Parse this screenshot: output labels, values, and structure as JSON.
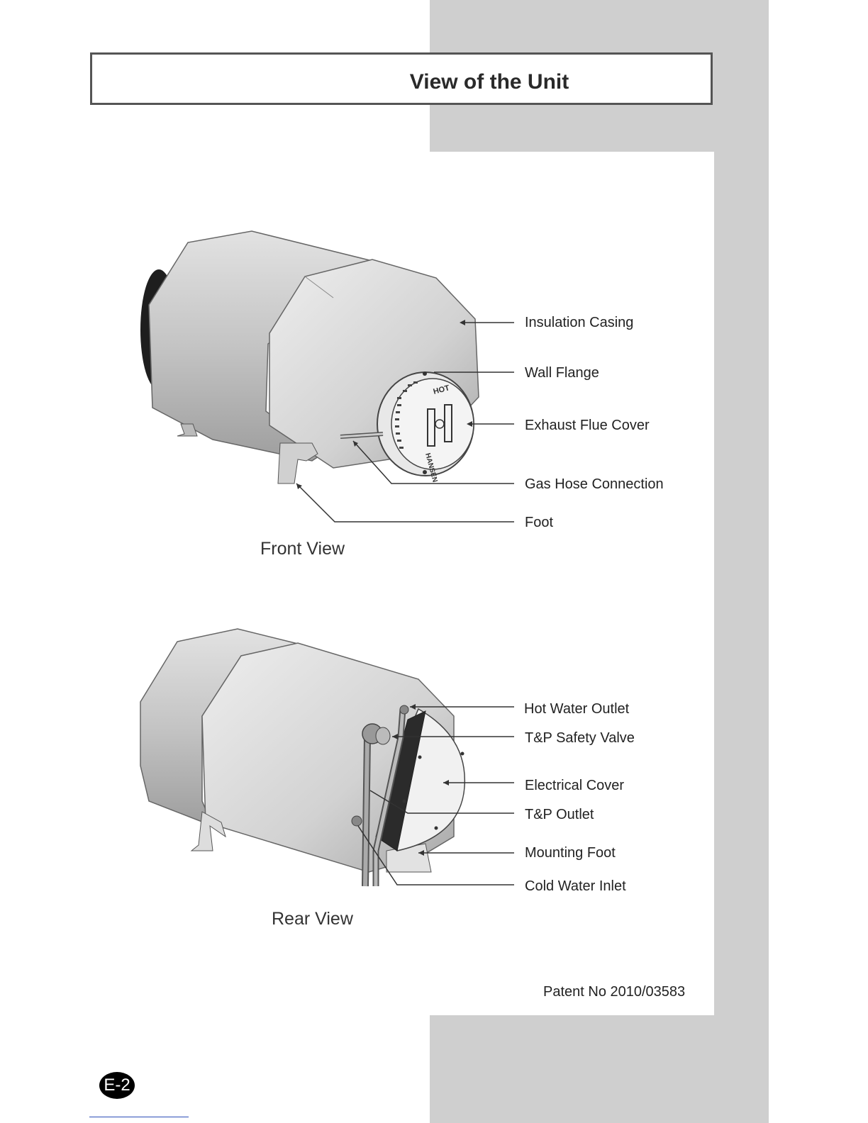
{
  "title": "View of the Unit",
  "front": {
    "caption": "Front View",
    "labels": [
      "Insulation Casing",
      "Wall Flange",
      "Exhaust Flue Cover",
      "Gas Hose Connection",
      "Foot"
    ],
    "logo_text": [
      "HOT",
      "HANSEN"
    ]
  },
  "rear": {
    "caption": "Rear View",
    "labels": [
      "Hot Water Outlet",
      "T&P Safety Valve",
      "Electrical Cover",
      "T&P Outlet",
      "Mounting Foot",
      "Cold Water Inlet"
    ]
  },
  "patent": "Patent No 2010/03583",
  "page_number": "E-2",
  "colors": {
    "background": "#ffffff",
    "side_band": "#cfcfcf",
    "title_border": "#555555",
    "casing": "#c9c9c9"
  }
}
